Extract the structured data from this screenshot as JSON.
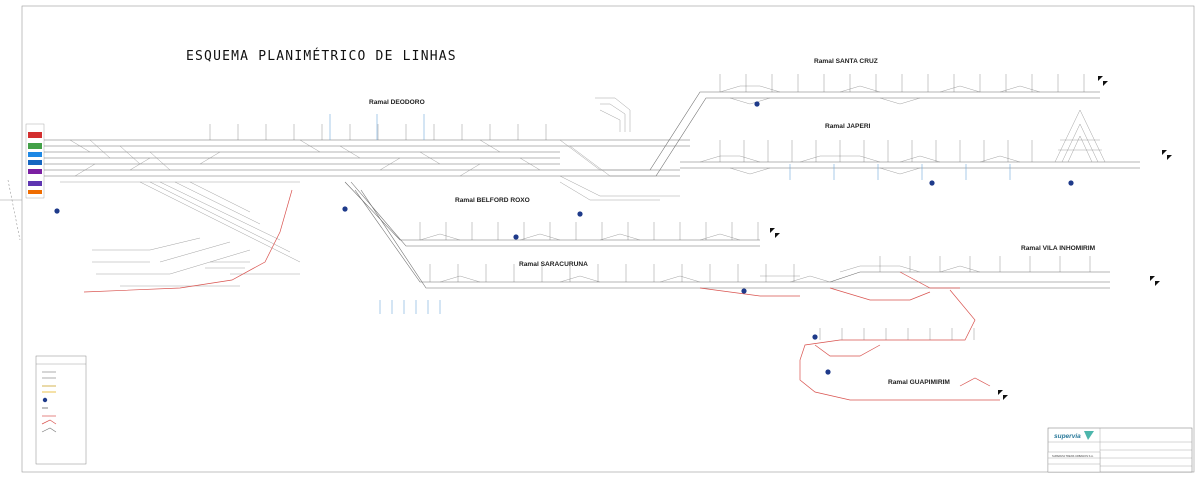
{
  "title": "ESQUEMA PLANIMÉTRICO DE LINHAS",
  "ramais": {
    "deodoro": "Ramal DEODORO",
    "santa_cruz": "Ramal SANTA CRUZ",
    "japeri": "Ramal JAPERI",
    "belford_roxo": "Ramal BELFORD ROXO",
    "saracuruna": "Ramal SARACURUNA",
    "vila_inhomirim": "Ramal VILA INHOMIRIM",
    "guapimirim": "Ramal GUAPIMIRIM"
  },
  "title_block": {
    "company": "SUPERVIA TRENS URBANOS S.A."
  },
  "colors": {
    "track": "#6b6b6b",
    "planned_track": "#d9534f",
    "station_marker": "#1e3a8a",
    "gauge_marker": "#6fa8dc",
    "logo": "#2b7a9b"
  }
}
